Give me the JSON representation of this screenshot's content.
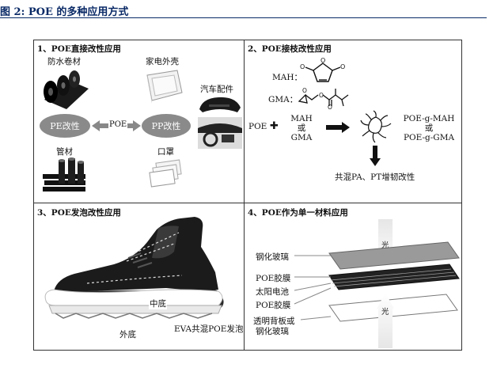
{
  "figure_title": "图 2: POE 的多种应用方式",
  "panels": {
    "p1": {
      "title": "1、POE直接改性应用",
      "waterproof": "防水卷材",
      "appliance": "家电外壳",
      "auto_parts": "汽车配件",
      "pe": "PE改性",
      "poe": "POE",
      "pp": "PP改性",
      "pipe": "管材",
      "mask": "口罩"
    },
    "p2": {
      "title": "2、POE接枝改性应用",
      "mah": "MAH：",
      "gma": "GMA：",
      "poe": "POE",
      "plus": "✚",
      "mah2": "MAH",
      "or1": "或",
      "gma2": "GMA",
      "product1": "POE-g-MAH",
      "or2": "或",
      "product2": "POE-g-GMA",
      "result": "共混PA、PT增韧改性"
    },
    "p3": {
      "title": "3、POE发泡改性应用",
      "midsole": "中底",
      "outsole": "外底",
      "eva": "EVA共混POE发泡"
    },
    "p4": {
      "title": "4、POE作为单一材料应用",
      "tempered_glass": "钢化玻璃",
      "poe_film1": "POE胶膜",
      "solar_cell": "太阳电池",
      "poe_film2": "POE胶膜",
      "backsheet_line1": "透明背板或",
      "backsheet_line2": "钢化玻璃",
      "light_top": "光",
      "light_bottom": "光"
    }
  }
}
